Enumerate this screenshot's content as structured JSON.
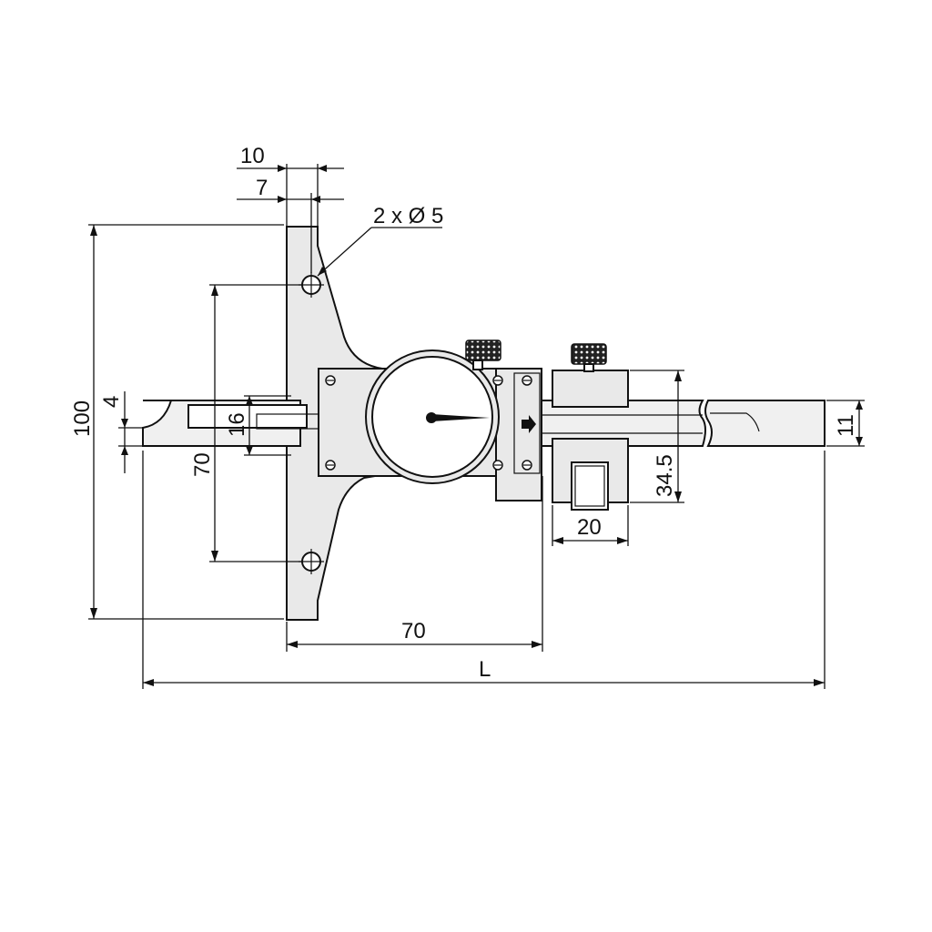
{
  "drawing": {
    "dimensions": {
      "d_10": "10",
      "d_7": "7",
      "holes": "2 x Ø 5",
      "d_100": "100",
      "d_4": "4",
      "d_16": "16",
      "d_70_vertical": "70",
      "d_70_horizontal": "70",
      "d_length": "L",
      "d_34_5": "34.5",
      "d_20": "20",
      "d_11": "11"
    },
    "icons": [
      "dial-gauge-icon",
      "arrow-right-icon",
      "knurled-screw-icon"
    ]
  }
}
